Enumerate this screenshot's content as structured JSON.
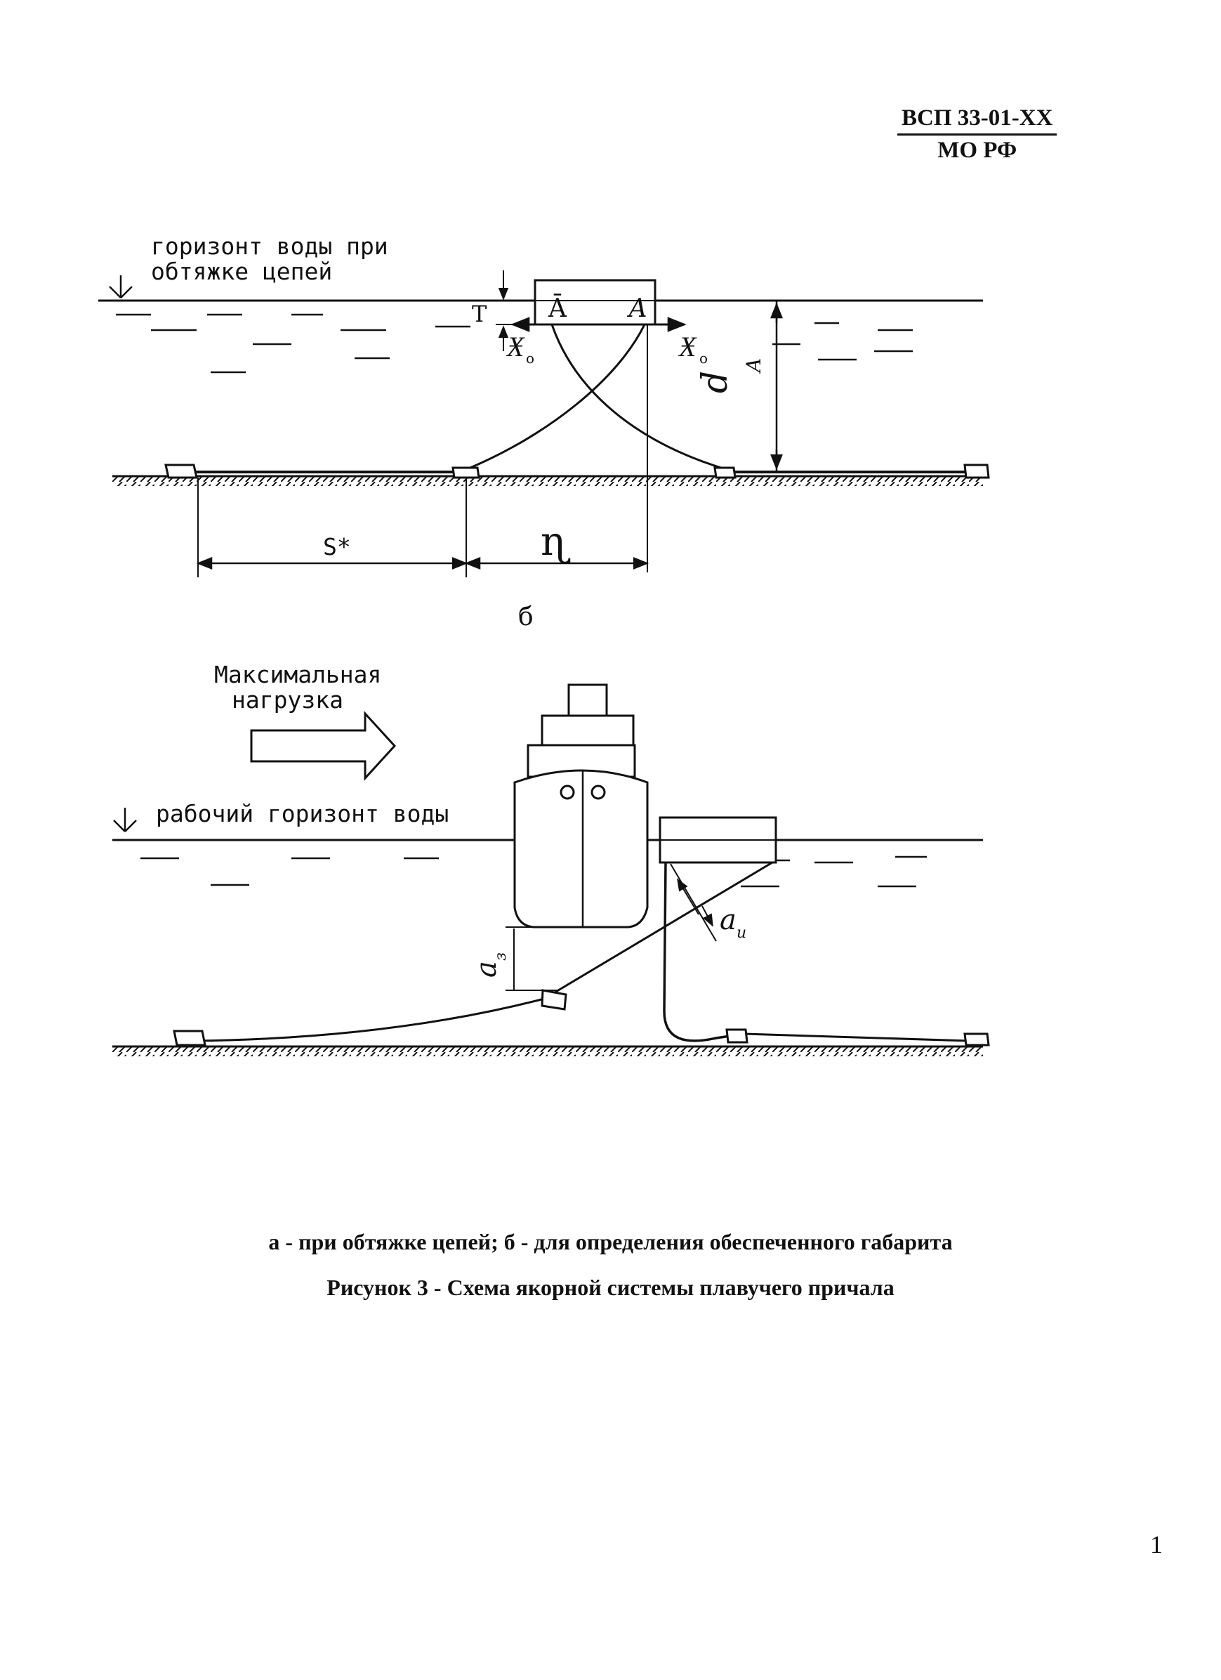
{
  "header": {
    "line1": "ВСП 33-01-ХХ",
    "line2": "МО РФ"
  },
  "diagram_a": {
    "water_label_line1": "горизонт воды при",
    "water_label_line2": "обтяжке цепей",
    "symbol_T": "Т",
    "symbol_A_bar": "Ā",
    "symbol_A": "А",
    "symbol_H_left": "Ӿ",
    "symbol_H_left_sub": "o",
    "symbol_H_right": "Ӿ",
    "symbol_H_right_sub": "o",
    "symbol_d": "d",
    "symbol_d_sub": "A",
    "symbol_S": "S*",
    "symbol_eta": "ɳ"
  },
  "diagram_b": {
    "panel_label": "б",
    "load_label_line1": "Максимальная",
    "load_label_line2": "нагрузка",
    "water_label": "рабочий горизонт воды",
    "symbol_a_left": "a",
    "symbol_a_left_sub": "з",
    "symbol_a_right": "a",
    "symbol_a_right_sub": "u"
  },
  "caption": {
    "line1": "а - при обтяжке цепей; б - для определения обеспеченного габарита",
    "line2": "Рисунок 3 - Схема якорной системы плавучего причала"
  },
  "page_number": "1"
}
